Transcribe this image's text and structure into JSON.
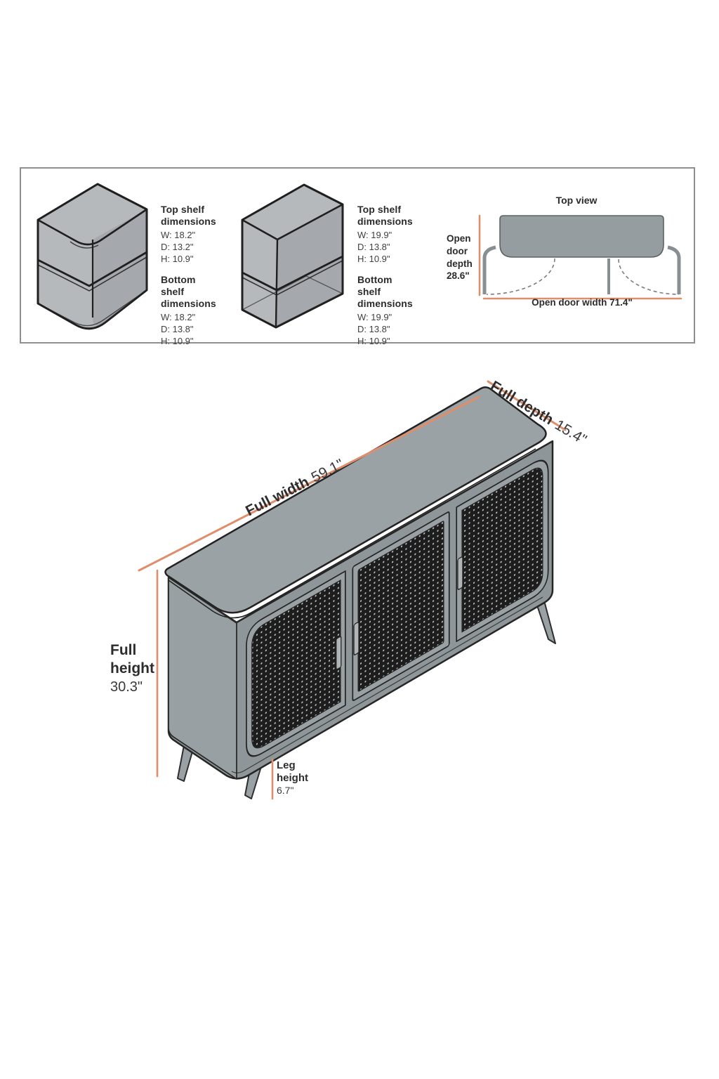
{
  "spec_panel": {
    "unit1": {
      "top_title": "Top shelf dimensions",
      "top_lines": [
        "W: 18.2\"",
        "D: 13.2\"",
        "H: 10.9\""
      ],
      "bottom_title": "Bottom shelf dimensions",
      "bottom_lines": [
        "W: 18.2\"",
        "D: 13.8\"",
        "H: 10.9\""
      ]
    },
    "unit2": {
      "top_title": "Top shelf dimensions",
      "top_lines": [
        "W: 19.9\"",
        "D: 13.8\"",
        "H: 10.9\""
      ],
      "bottom_title": "Bottom shelf dimensions",
      "bottom_lines": [
        "W: 19.9\"",
        "D: 13.8\"",
        "H: 10.9\""
      ]
    },
    "top_view": {
      "title": "Top view",
      "depth_label": "Open door depth",
      "depth_value": "28.6\"",
      "width_label": "Open door width",
      "width_value": "71.4\""
    }
  },
  "main_diagram": {
    "full_width_label": "Full width",
    "full_width_value": "59.1\"",
    "full_depth_label": "Full depth",
    "full_depth_value": "15.4\"",
    "full_height_label": "Full height",
    "full_height_value": "30.3\"",
    "leg_height_label": "Leg height",
    "leg_height_value": "6.7\"",
    "accent_color": "#df8e6d"
  }
}
